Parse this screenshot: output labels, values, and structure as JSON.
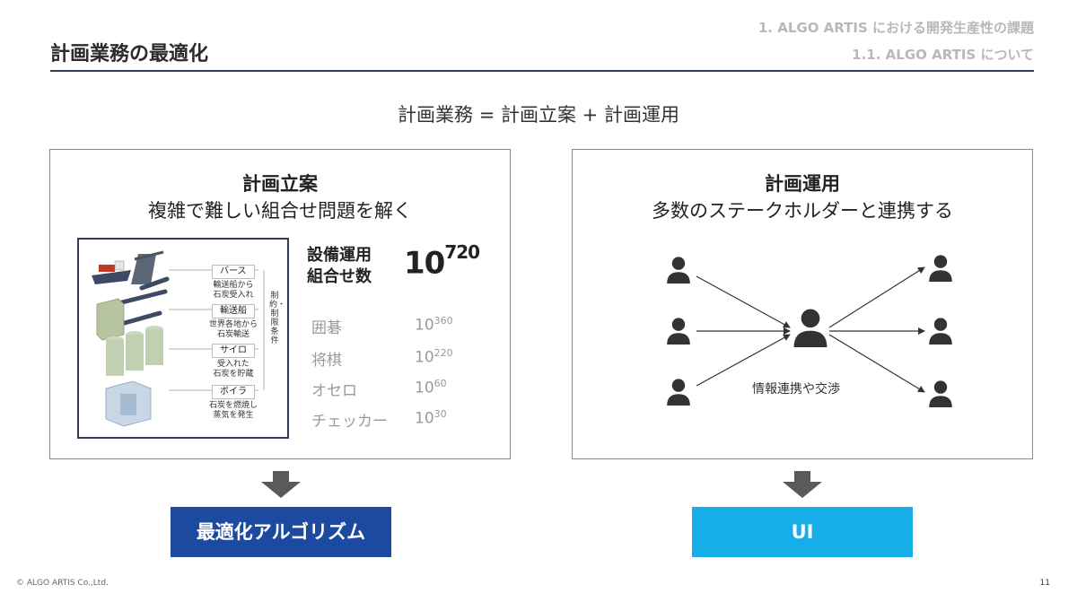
{
  "header": {
    "title": "計画業務の最適化",
    "breadcrumb_main": "1. ALGO ARTIS における開発生産性の課題",
    "breadcrumb_sub": "1.1. ALGO ARTIS について"
  },
  "equation": "計画業務 = 計画立案 + 計画運用",
  "left_panel": {
    "title": "計画立案",
    "subtitle": "複雑で難しい組合せ問題を解く",
    "diagram": {
      "stages": [
        {
          "tag": "バース",
          "desc1": "輸送船から",
          "desc2": "石炭受入れ"
        },
        {
          "tag": "輸送船",
          "desc1": "世界各地から",
          "desc2": "石炭輸送"
        },
        {
          "tag": "サイロ",
          "desc1": "受入れた",
          "desc2": "石炭を貯蔵"
        },
        {
          "tag": "ボイラ",
          "desc1": "石炭を燃焼し",
          "desc2": "蒸気を発生"
        }
      ],
      "constraint": "制約・制限条件"
    },
    "combo": {
      "label_line1": "設備運用",
      "label_line2": "組合せ数",
      "base": "10",
      "exponent": "720"
    },
    "games": [
      {
        "name": "囲碁",
        "base": "10",
        "exponent": "360"
      },
      {
        "name": "将棋",
        "base": "10",
        "exponent": "220"
      },
      {
        "name": "オセロ",
        "base": "10",
        "exponent": "60"
      },
      {
        "name": "チェッカー",
        "base": "10",
        "exponent": "30"
      }
    ]
  },
  "right_panel": {
    "title": "計画運用",
    "subtitle": "多数のステークホルダーと連携する",
    "center_label": "情報連携や交渉"
  },
  "results": {
    "left": "最適化アルゴリズム",
    "right": "UI"
  },
  "colors": {
    "algorithm_box": "#1b4aa0",
    "ui_box": "#16aee9",
    "rule": "#2f3d59",
    "arrow": "#5a5a5a"
  },
  "footer": {
    "copyright": "© ALGO ARTIS Co.,Ltd.",
    "page_number": "11"
  }
}
